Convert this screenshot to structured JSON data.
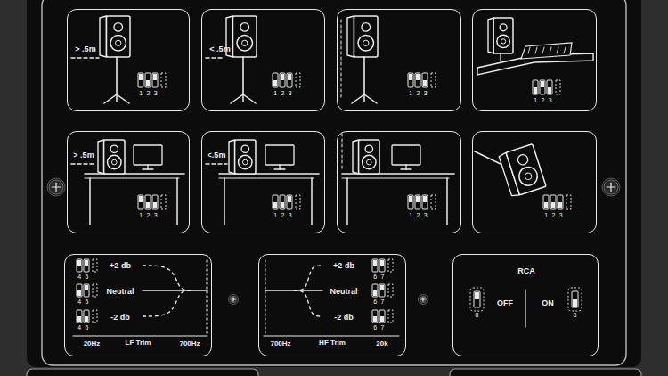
{
  "diagram": {
    "nodes": [
      {
        "text": [
          "> .5m",
          "1 2 3"
        ]
      },
      {
        "text": [
          "< .5m",
          "1 2 3"
        ]
      },
      {
        "text": [
          "1 2 3"
        ]
      },
      {
        "text": [
          "1 2 3"
        ]
      },
      {
        "text": [
          "> .5m",
          "1 2 3"
        ]
      },
      {
        "text": [
          "<.5m",
          "1 2 3"
        ]
      },
      {
        "text": [
          "1 2 3"
        ]
      },
      {
        "text": [
          "1 2 3"
        ]
      },
      {
        "text": [
          "+2 db",
          "Neutral",
          "-2 db",
          "4 5",
          "4 5",
          "4 5",
          "20Hz",
          "LF Trim",
          "700Hz"
        ]
      },
      {
        "text": [
          "+2 db",
          "Neutral",
          "-2 db",
          "6 7",
          "6 7",
          "6 7",
          "700Hz",
          "HF Trim",
          "20k"
        ]
      },
      {
        "text": [
          "RCA",
          "OFF",
          "ON",
          "8",
          "8"
        ]
      }
    ]
  }
}
